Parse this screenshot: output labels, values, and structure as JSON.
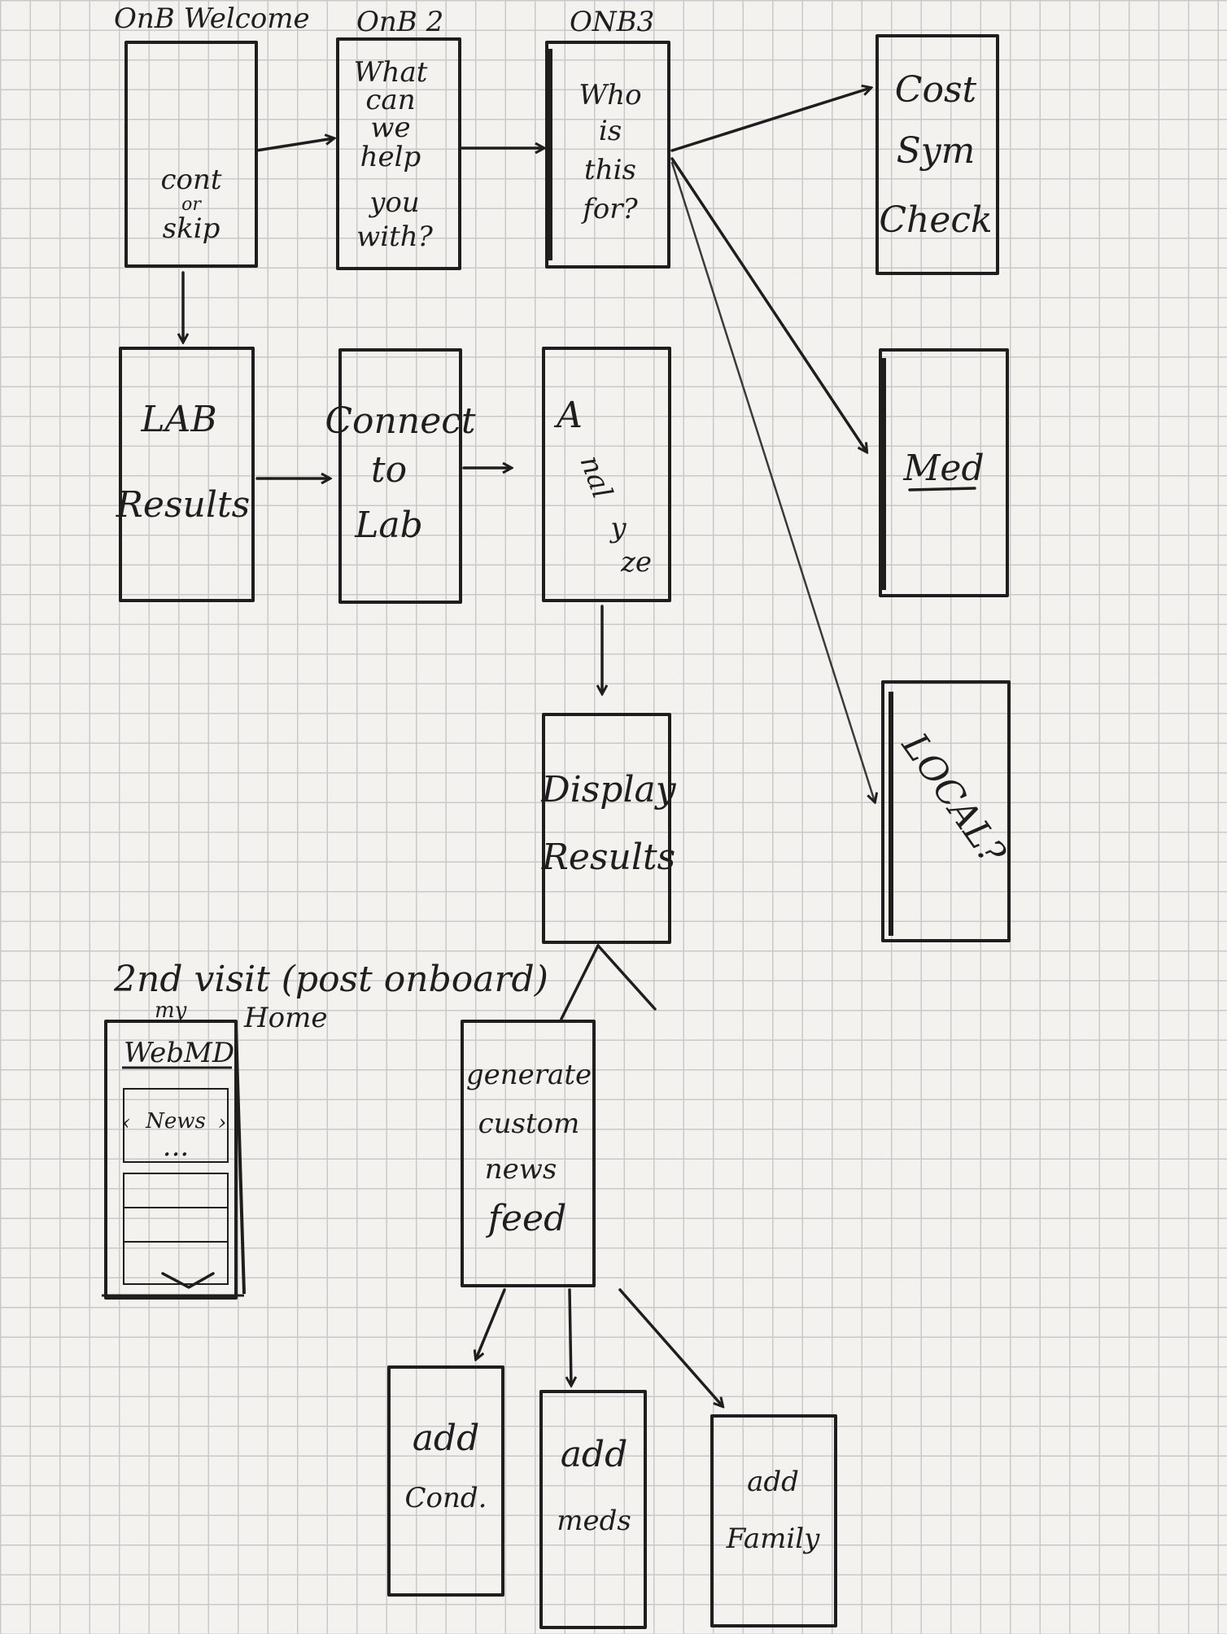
{
  "labels": {
    "onb_welcome": "OnB Welcome",
    "onb2": "OnB 2",
    "onb3": "ONB3",
    "second_visit": "2nd visit (post onboard)",
    "home": "Home",
    "my": "my"
  },
  "screens": {
    "welcome": [
      "cont",
      "or",
      "skip"
    ],
    "onb2": [
      "What",
      "can",
      "we",
      "help",
      "you",
      "with?"
    ],
    "onb3": [
      "Who",
      "is",
      "this",
      "for?"
    ],
    "cost_sym_check": [
      "Cost",
      "Sym",
      "Check"
    ],
    "lab_results": [
      "LAB",
      "Results"
    ],
    "connect_to_lab": [
      "Connect",
      "to",
      "Lab"
    ],
    "analyze": [
      "A",
      "nal",
      "y",
      "ze"
    ],
    "med": [
      "Med"
    ],
    "display_results": [
      "Display",
      "Results"
    ],
    "local": [
      "LOCAL?"
    ],
    "home_mock": {
      "logo": "WebMD",
      "card": "News",
      "dots": "..."
    },
    "news_feed": [
      "generate",
      "custom",
      "news",
      "feed"
    ],
    "add_cond": [
      "add",
      "Cond."
    ],
    "add_meds": [
      "add",
      "meds"
    ],
    "add_family": [
      "add",
      "Family"
    ]
  }
}
